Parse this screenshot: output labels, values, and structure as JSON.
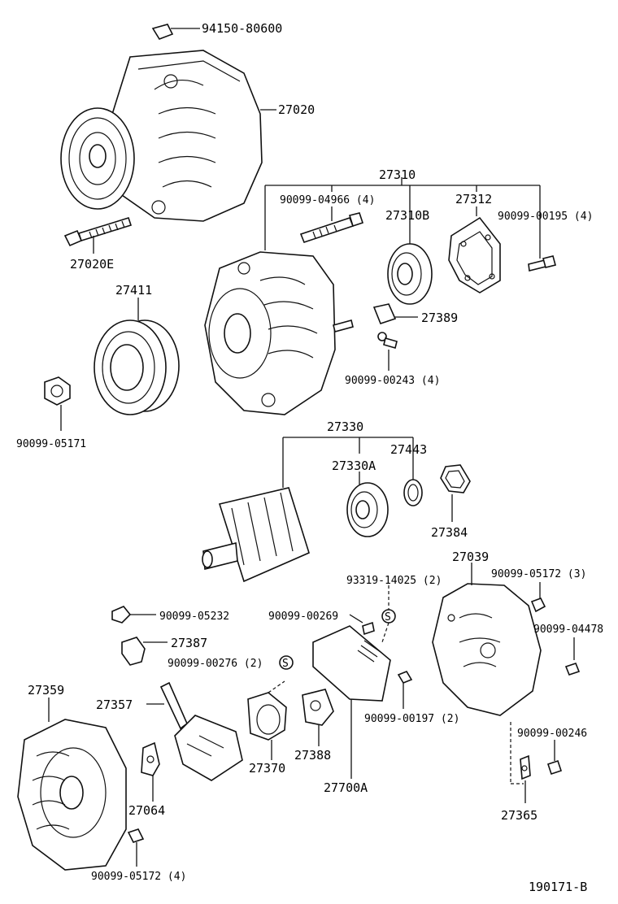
{
  "diagram": {
    "labels": {
      "p94150": "94150-80600",
      "p27020": "27020",
      "p27020E": "27020E",
      "p27310": "27310",
      "p04966": "90099-04966 (4)",
      "p27310B": "27310B",
      "p27312": "27312",
      "p00195": "90099-00195 (4)",
      "p27411": "27411",
      "p27389": "27389",
      "p00243": "90099-00243 (4)",
      "p05171": "90099-05171",
      "p27330": "27330",
      "p27443": "27443",
      "p27330A": "27330A",
      "p27384": "27384",
      "p27039": "27039",
      "p14025": "93319-14025 (2)",
      "p05172_3": "90099-05172 (3)",
      "p05232": "90099-05232",
      "p00269": "90099-00269",
      "p04478": "90099-04478",
      "p27387": "27387",
      "p00276": "90099-00276 (2)",
      "p27359": "27359",
      "p27357": "27357",
      "p00197": "90099-00197 (2)",
      "p00246": "90099-00246",
      "p27370": "27370",
      "p27388": "27388",
      "p27700A": "27700A",
      "p27064": "27064",
      "p27365": "27365",
      "p05172_4": "90099-05172 (4)",
      "ref": "190171-B",
      "s1": "S",
      "s2": "S"
    }
  }
}
